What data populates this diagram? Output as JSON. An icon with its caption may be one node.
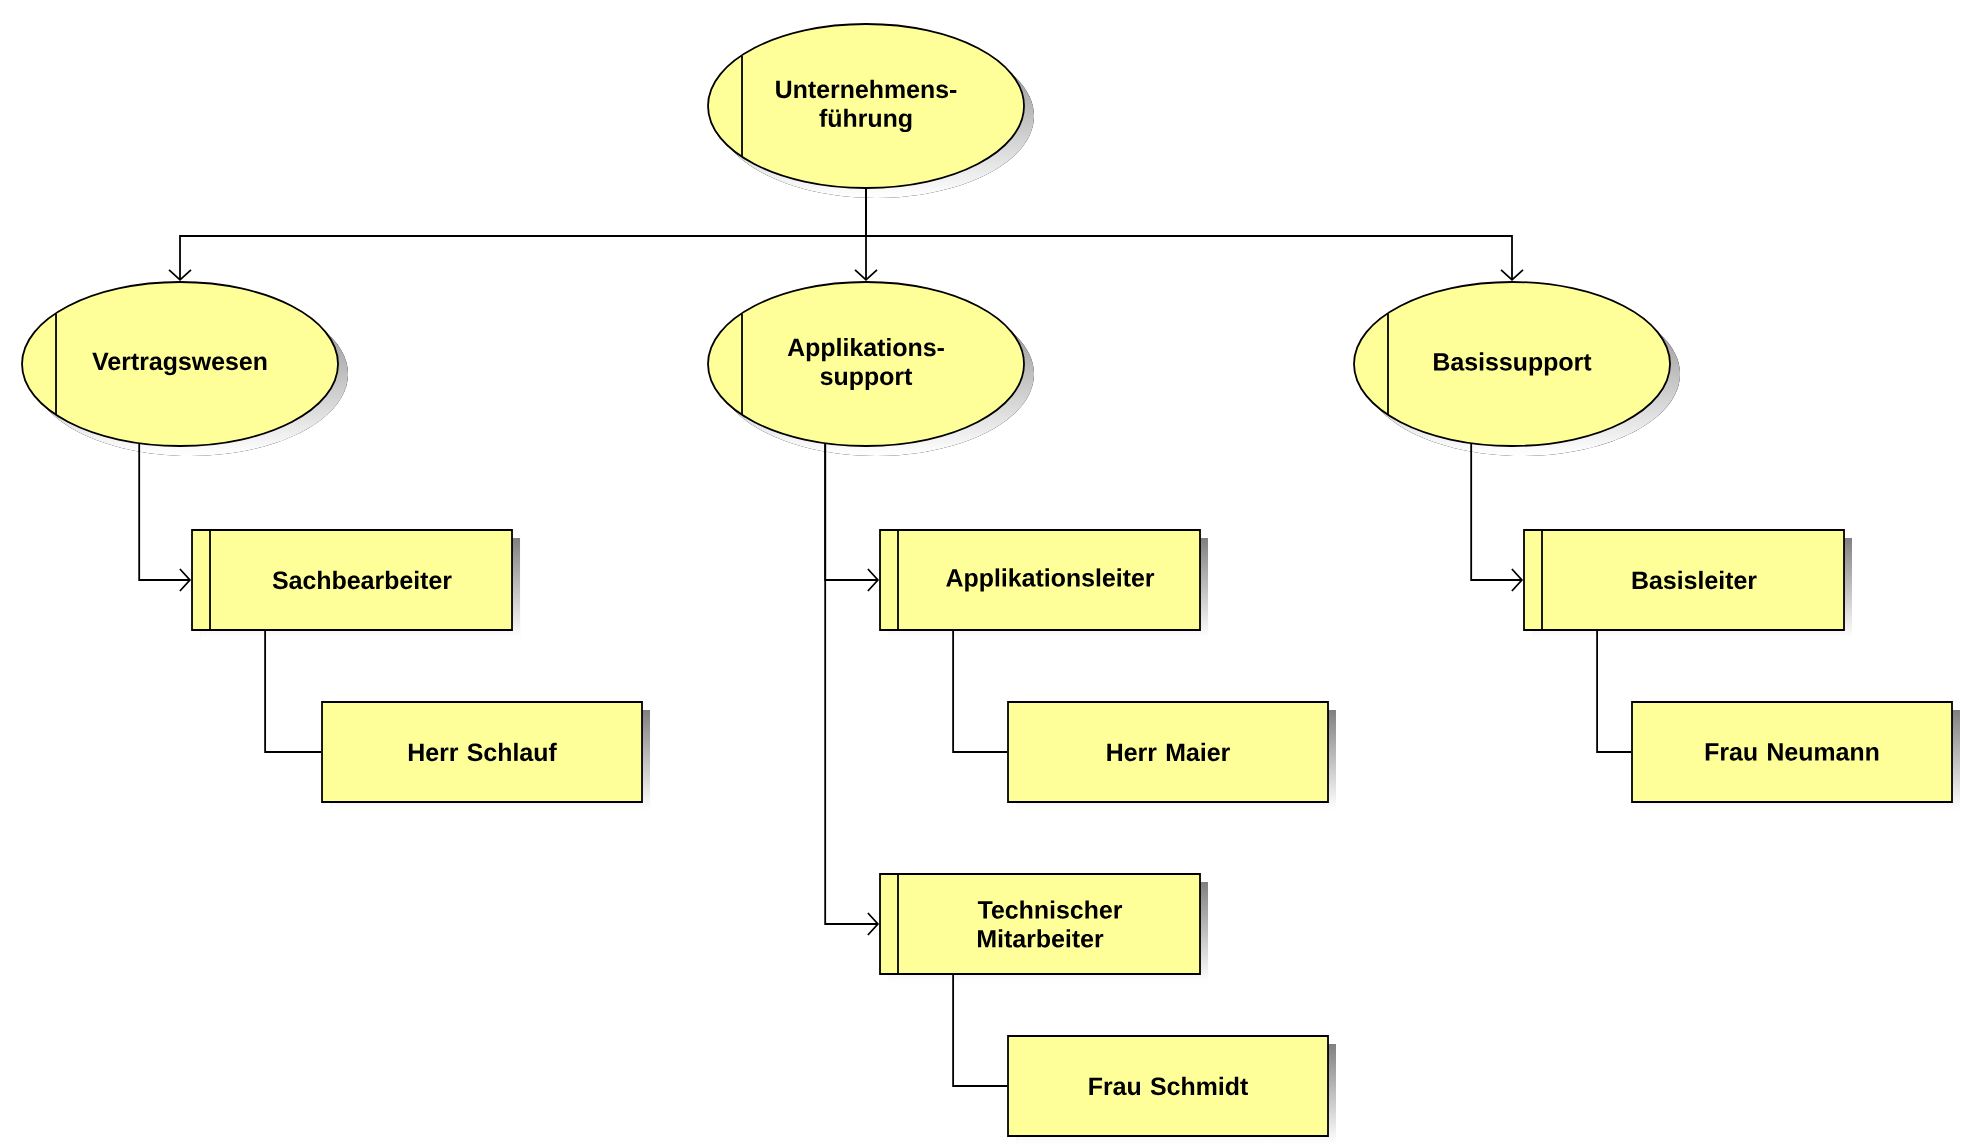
{
  "diagram": {
    "nodes": [
      {
        "text": [
          "Unternehmens- führung"
        ]
      },
      {
        "text": [
          "Vertragswesen"
        ]
      },
      {
        "text": [
          "Applikations- support"
        ]
      },
      {
        "text": [
          "Basissupport"
        ]
      },
      {
        "text": [
          "Sachbearbeiter"
        ]
      },
      {
        "text": [
          "Herr Schlauf"
        ]
      },
      {
        "text": [
          "Applikationsleiter"
        ]
      },
      {
        "text": [
          "Herr Maier"
        ]
      },
      {
        "text": [
          "Technischer Mitarbeiter"
        ]
      },
      {
        "text": [
          "Frau Schmidt"
        ]
      },
      {
        "text": [
          "Basisleiter"
        ]
      },
      {
        "text": [
          "Frau Neumann"
        ]
      }
    ],
    "edges": [
      {
        "from": 0,
        "to": 1,
        "arrow": "to"
      },
      {
        "from": 0,
        "to": 2,
        "arrow": "to"
      },
      {
        "from": 0,
        "to": 3,
        "arrow": "to"
      },
      {
        "from": 1,
        "to": 4,
        "arrow": "to"
      },
      {
        "from": 4,
        "to": 5,
        "arrow": "none"
      },
      {
        "from": 2,
        "to": 6,
        "arrow": "to"
      },
      {
        "from": 6,
        "to": 7,
        "arrow": "none"
      },
      {
        "from": 2,
        "to": 8,
        "arrow": "to"
      },
      {
        "from": 8,
        "to": 9,
        "arrow": "none"
      },
      {
        "from": 3,
        "to": 10,
        "arrow": "to"
      },
      {
        "from": 10,
        "to": 11,
        "arrow": "none"
      }
    ]
  }
}
